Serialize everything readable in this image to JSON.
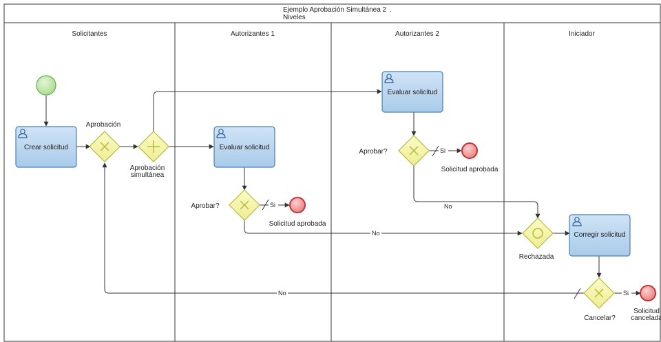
{
  "pool": {
    "title_line1": "Ejemplo Aprobación Simultánea 2",
    "title_mark": ".",
    "title_line2": "Niveles"
  },
  "lanes": [
    "Solicitantes",
    "Autorizantes 1",
    "Autorizantes 2",
    "Iniciador"
  ],
  "tasks": {
    "crear": "Crear solicitud",
    "evaluar1": "Evaluar solicitud",
    "evaluar2": "Evaluar solicitud",
    "corregir": "Corregir solicitud"
  },
  "gateways": {
    "aprobacion": "Aprobación",
    "simultanea_l1": "Aprobación",
    "simultanea_l2": "simultánea",
    "aprobar1": "Aprobar?",
    "aprobar2": "Aprobar?",
    "rechazada": "Rechazada",
    "cancelar": "Cancelar?"
  },
  "end_events": {
    "aprobada1": "Solicitud aprobada",
    "aprobada2": "Solicitud aprobada",
    "cancelada_l1": "Solicitud",
    "cancelada_l2": "cancelada"
  },
  "flows": {
    "si1": "Si",
    "si2": "Si",
    "si3": "Si",
    "no_rechazo1": "No",
    "no_rechazo2": "No",
    "no_cancelar": "No"
  },
  "colors": {
    "task_fill": "#b9d7ef",
    "task_stroke": "#4a7fb3",
    "gateway_fill": "#f6f6a6",
    "gateway_stroke": "#b8b83a",
    "start_fill": "#c9ecb4",
    "start_stroke": "#6aaa4a",
    "end_fill": "#f39a9a",
    "end_stroke": "#c33333"
  },
  "icons": [
    "user-icon",
    "exclusive-x-icon",
    "parallel-plus-icon",
    "inclusive-circle-icon"
  ]
}
